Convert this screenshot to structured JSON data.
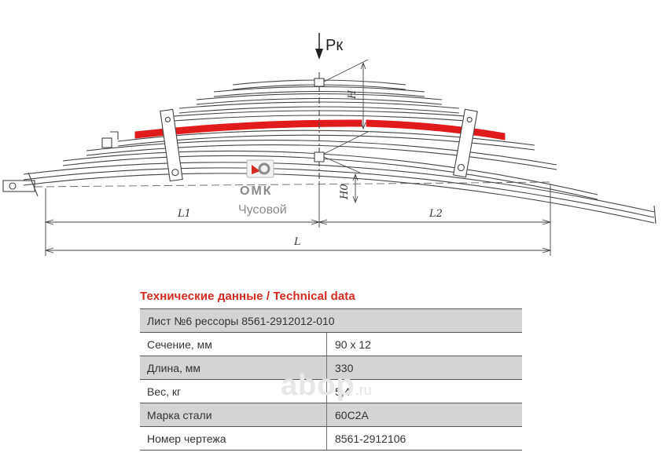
{
  "drawing": {
    "load_label": "Pк",
    "dim_height": "H",
    "dim_height_free": "H0",
    "dim_l1": "L1",
    "dim_l2": "L2",
    "dim_total": "L",
    "highlight_color": "#e11b1b"
  },
  "logo": {
    "brand": "ОМК",
    "city": "Чусовой"
  },
  "table": {
    "title": "Технические данные / Technical data",
    "header": "Лист №6 рессоры 8561-2912012-010",
    "rows": [
      {
        "label": "Сечение, мм",
        "value": "90 x 12"
      },
      {
        "label": "Длина, мм",
        "value": "330"
      },
      {
        "label": "Вес, кг",
        "value": "5,4"
      },
      {
        "label": "Марка стали",
        "value": "60С2А"
      },
      {
        "label": "Номер чертежа",
        "value": "8561-2912106"
      }
    ],
    "accent_color": "#d42a1f"
  },
  "watermark": {
    "text": "abop",
    "suffix": ".ru"
  }
}
